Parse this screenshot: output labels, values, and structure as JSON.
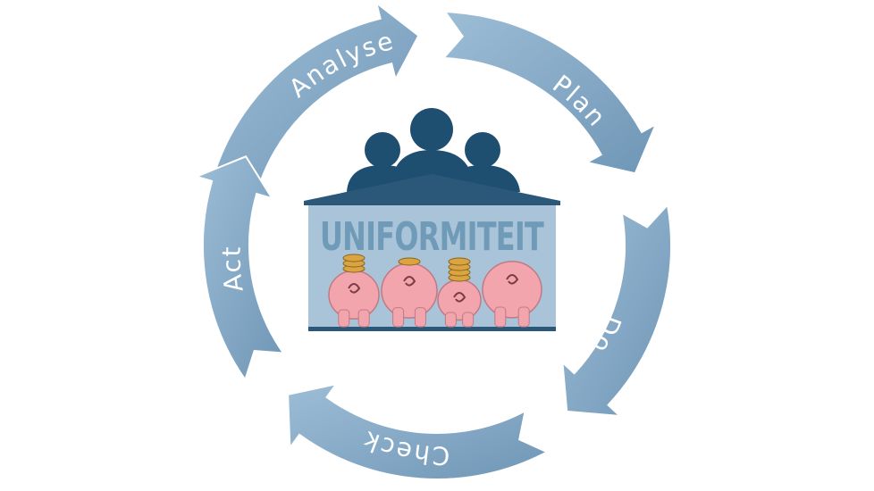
{
  "diagram": {
    "center_title": "UNIFORMITEIT",
    "cycle_steps": [
      {
        "id": "analyse",
        "label": "Analyse"
      },
      {
        "id": "plan",
        "label": "Plan"
      },
      {
        "id": "do",
        "label": "Do"
      },
      {
        "id": "check",
        "label": "Check"
      },
      {
        "id": "act",
        "label": "Act"
      }
    ],
    "colors": {
      "arrow_fill": "#8aaecb",
      "arrow_dark": "#5f86a6",
      "house_fill": "#a9c4d8",
      "people_fill": "#1f4f70",
      "pig_fill": "#f2a5ad",
      "coin_fill": "#d9a441",
      "ground": "#2b5878"
    },
    "pigs": [
      {
        "id": "pig-1",
        "coin_stack": 3
      },
      {
        "id": "pig-2",
        "coin_stack": 1
      },
      {
        "id": "pig-3",
        "coin_stack": 4
      },
      {
        "id": "pig-4",
        "coin_stack": 0
      }
    ]
  }
}
